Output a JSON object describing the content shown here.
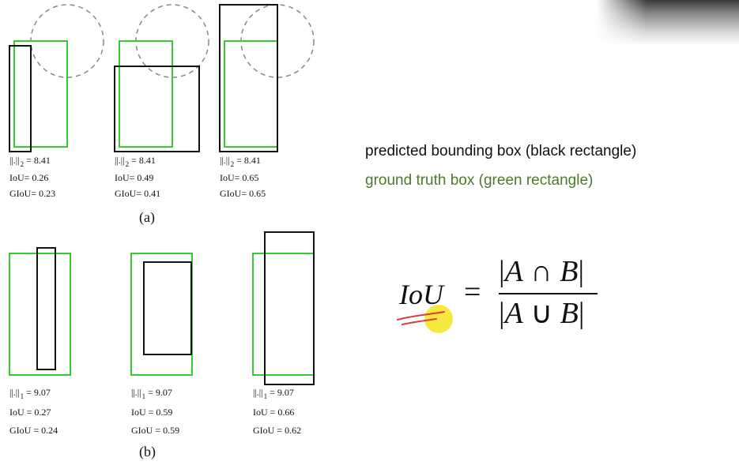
{
  "panel_a": {
    "caption": "(a)",
    "norm_base": "||.||",
    "norm_sub": "2",
    "examples": [
      {
        "norm": "= 8.41",
        "iou": "IoU= 0.26",
        "giou": "GIoU= 0.23"
      },
      {
        "norm": "= 8.41",
        "iou": "IoU= 0.49",
        "giou": "GIoU= 0.41"
      },
      {
        "norm": "= 8.41",
        "iou": "IoU= 0.65",
        "giou": "GIoU= 0.65"
      }
    ]
  },
  "panel_b": {
    "caption": "(b)",
    "norm_base": "||.||",
    "norm_sub": "1",
    "examples": [
      {
        "norm": "= 9.07",
        "iou": "IoU = 0.27",
        "giou": "GIoU = 0.24"
      },
      {
        "norm": "= 9.07",
        "iou": "IoU = 0.59",
        "giou": "GIoU = 0.59"
      },
      {
        "norm": "= 9.07",
        "iou": "IoU = 0.66",
        "giou": "GIoU = 0.62"
      }
    ]
  },
  "legend": {
    "predicted": "predicted bounding box (black rectangle)",
    "ground_truth": "ground truth box (green rectangle)"
  },
  "formula": {
    "lhs": "IoU",
    "eq": "=",
    "num_a": "A",
    "num_op": "∩",
    "num_b": "B",
    "den_a": "A",
    "den_op": "∪",
    "den_b": "B"
  },
  "colors": {
    "ground_truth_green": "#33cc33",
    "predicted_black": "#111111",
    "legend_green": "#4a7a2a",
    "annotation_red": "#e03a3a",
    "cursor_yellow": "#f5e52a"
  }
}
